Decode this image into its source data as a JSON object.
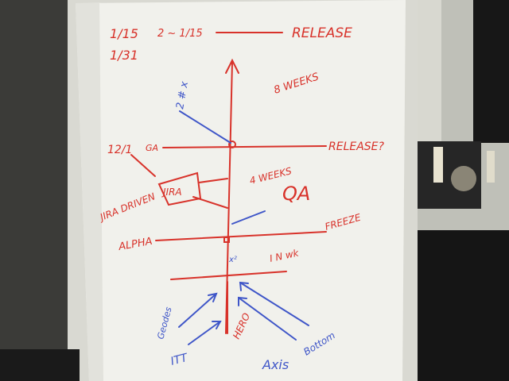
{
  "photo": {
    "ink_red": "#d8322a",
    "ink_blue": "#3f56c8",
    "paper": "#f1f1ec",
    "red_labels": {
      "date_top": "1/15",
      "date_second": "1/31",
      "top_mid": "2 ~ 1/15",
      "release_top": "RELEASE",
      "weeks_upper": "8 WEEKS",
      "date_mid": "12/1",
      "ga": "GA",
      "release_q": "RELEASE?",
      "jira_box": "JIRA",
      "jira_driven": "JIRA DRIVEN",
      "weeks_lower": "4 WEEKS",
      "qa": "QA",
      "freeze": "FREEZE",
      "alpha": "ALPHA",
      "ind_wk": "I N wk",
      "hero": "HERO"
    },
    "blue_labels": {
      "vertical_note": "2 # x",
      "left_lower": "ITT",
      "left_upper": "Geodes",
      "bottom_center": "Axis",
      "bottom_right": "Bottom",
      "small_note": "x²"
    }
  }
}
